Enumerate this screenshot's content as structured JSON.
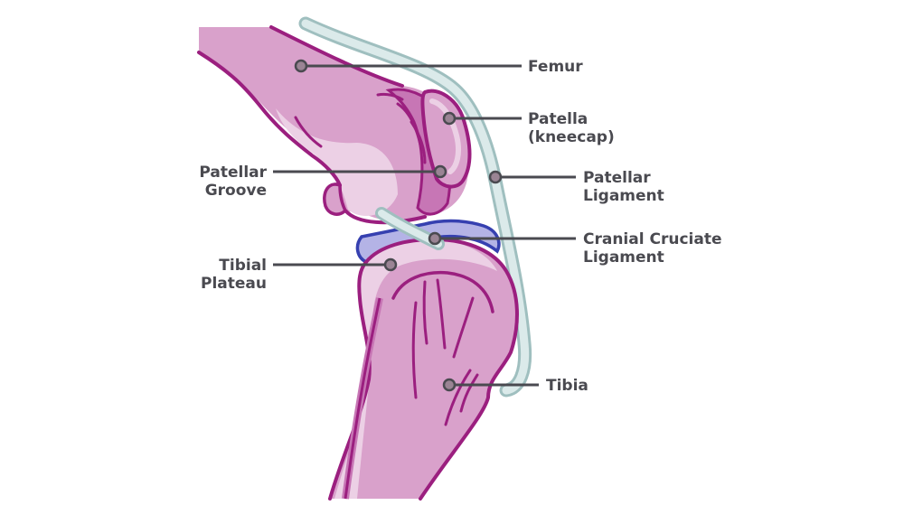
{
  "colors": {
    "bone_fill": "#d9a1cb",
    "bone_light": "#ecd0e5",
    "bone_dark": "#c776b5",
    "outline": "#9b1f7f",
    "ligament_fill": "#dbeaea",
    "ligament_stroke": "#9fbfbf",
    "meniscus_fill": "#b4b3e6",
    "meniscus_stroke": "#3640b0",
    "leader": "#4a4a50",
    "dot_fill": "#9a8494"
  },
  "labels": [
    {
      "id": "femur",
      "lines": [
        "Femur"
      ],
      "dot": [
        333,
        73
      ],
      "end": [
        577,
        73
      ],
      "text": [
        584,
        73
      ],
      "anchor": "start"
    },
    {
      "id": "patella",
      "lines": [
        "Patella",
        "(kneecap)"
      ],
      "dot": [
        497,
        131
      ],
      "end": [
        577,
        131
      ],
      "text": [
        584,
        131
      ],
      "anchor": "start"
    },
    {
      "id": "patellar-groove",
      "lines": [
        "Patellar",
        "Groove"
      ],
      "dot": [
        487,
        190
      ],
      "end": [
        302,
        190
      ],
      "text": [
        295,
        190
      ],
      "anchor": "end"
    },
    {
      "id": "patellar-ligament",
      "lines": [
        "Patellar",
        "Ligament"
      ],
      "dot": [
        548,
        196
      ],
      "end": [
        637,
        196
      ],
      "text": [
        645,
        196
      ],
      "anchor": "start"
    },
    {
      "id": "cranial-cruciate-ligament",
      "lines": [
        "Cranial Cruciate",
        "Ligament"
      ],
      "dot": [
        481,
        264
      ],
      "end": [
        637,
        264
      ],
      "text": [
        645,
        264
      ],
      "anchor": "start"
    },
    {
      "id": "tibial-plateau",
      "lines": [
        "Tibial",
        "Plateau"
      ],
      "dot": [
        432,
        293
      ],
      "end": [
        302,
        293
      ],
      "text": [
        295,
        293
      ],
      "anchor": "end"
    },
    {
      "id": "tibia",
      "lines": [
        "Tibia"
      ],
      "dot": [
        497,
        426
      ],
      "end": [
        596,
        426
      ],
      "text": [
        604,
        426
      ],
      "anchor": "start"
    }
  ]
}
